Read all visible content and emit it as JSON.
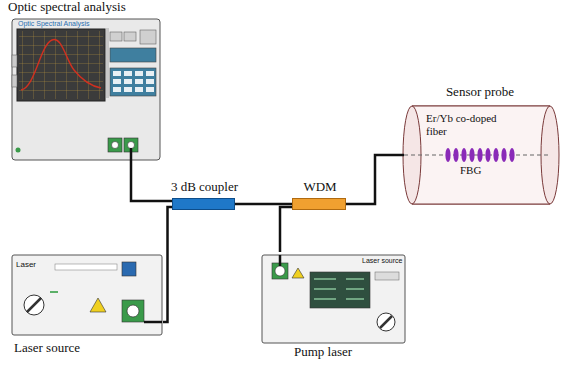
{
  "diagram": {
    "nodes": [
      {
        "text": [
          "Optic spectral analysis",
          "Optic Spectral Analysis"
        ]
      },
      {
        "text": [
          "3 dB coupler"
        ]
      },
      {
        "text": [
          "WDM"
        ]
      },
      {
        "text": [
          "Sensor probe",
          "Er/Yb co-doped fiber",
          "FBG"
        ]
      },
      {
        "text": [
          "Laser source",
          "Laser"
        ]
      },
      {
        "text": [
          "Pump laser",
          "Laser source"
        ]
      }
    ],
    "edges": [
      {
        "from": 0,
        "to": 1,
        "arrow": "none"
      },
      {
        "from": 4,
        "to": 1,
        "arrow": "none"
      },
      {
        "from": 1,
        "to": 2,
        "arrow": "none"
      },
      {
        "from": 5,
        "to": 2,
        "arrow": "none"
      },
      {
        "from": 2,
        "to": 3,
        "arrow": "none"
      }
    ]
  }
}
